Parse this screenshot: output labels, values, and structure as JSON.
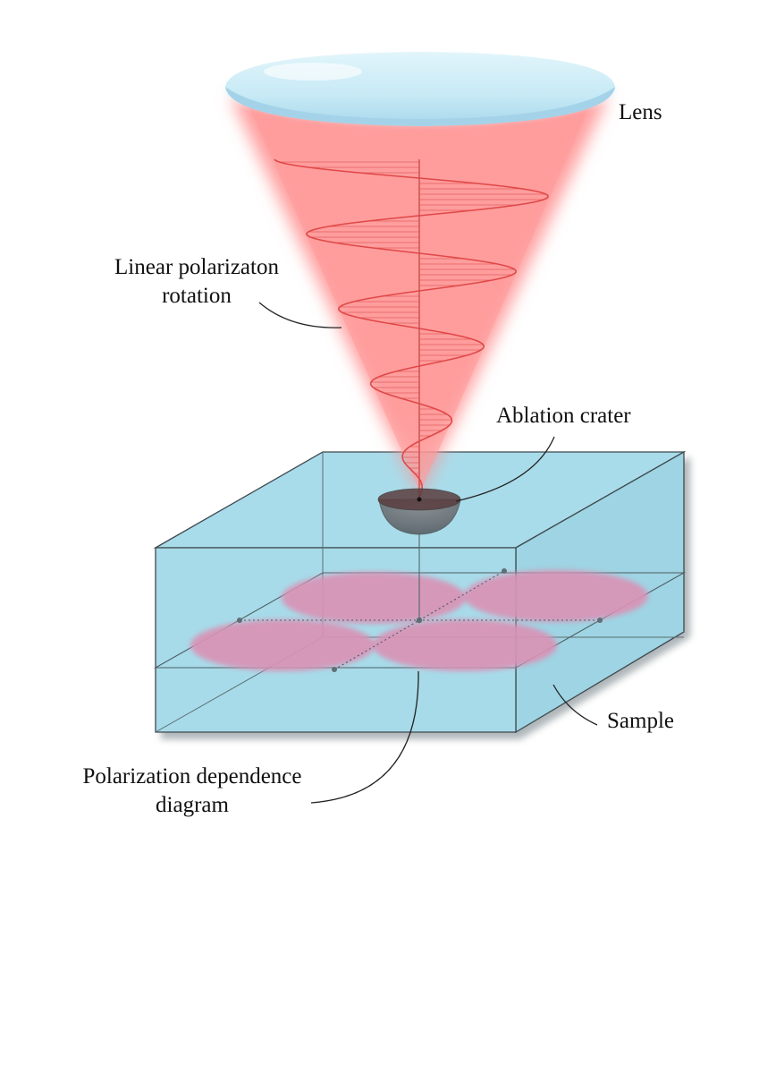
{
  "labels": {
    "lens": "Lens",
    "polarization_rotation_line1": "Linear polarizaton",
    "polarization_rotation_line2": "rotation",
    "ablation_crater": "Ablation crater",
    "sample": "Sample",
    "dependence_diagram_line1": "Polarization dependence",
    "dependence_diagram_line2": "diagram"
  },
  "colors": {
    "lens_fill": "#c8e9f5",
    "lens_rim": "#9ccfe6",
    "beam": "#ff8f8f",
    "wave": "#e04848",
    "sample_top": "#a8dcea",
    "sample_front": "#a6dbe9",
    "sample_side": "#9fd5e4",
    "lobe": "#d98fb3",
    "edge": "#4a5a60",
    "crater": "#5a5a5a"
  }
}
